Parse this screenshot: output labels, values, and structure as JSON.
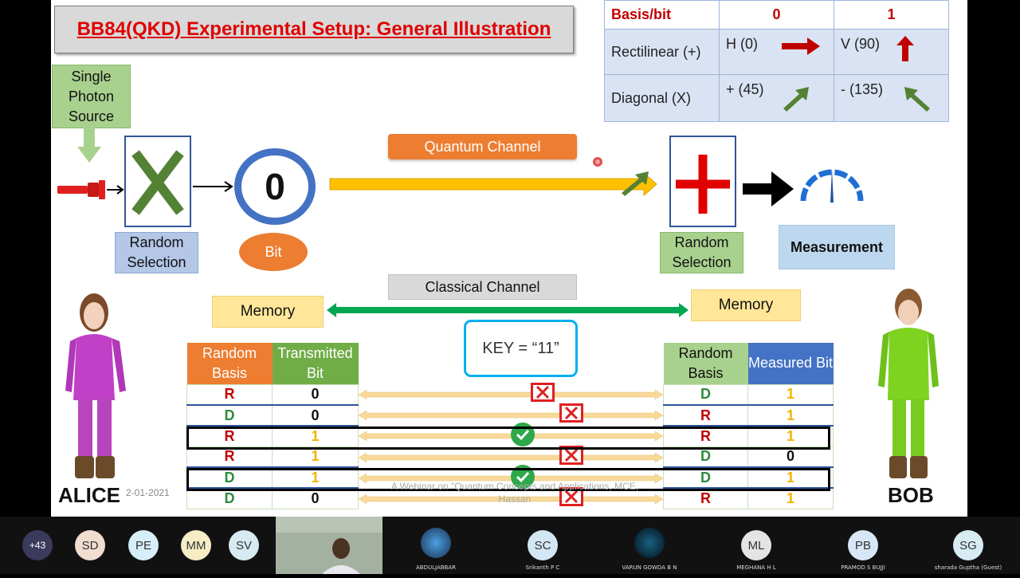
{
  "slide": {
    "title": "BB84(QKD) Experimental Setup: General Illustration",
    "photon_source": "Single Photon Source",
    "alice_selection": "Random Selection",
    "bob_selection": "Random Selection",
    "bit_value": "0",
    "bit_label": "Bit",
    "quantum_channel": "Quantum Channel",
    "classical_channel": "Classical Channel",
    "measurement": "Measurement",
    "memory_left": "Memory",
    "memory_right": "Memory",
    "key": "KEY = “11”",
    "alice_name": "ALICE",
    "bob_name": "BOB",
    "date_watermark": "2-01-2021",
    "webinar_watermark": "A Webinar on \"Quantum Concepts and Applications, MCE, Hassan",
    "colors": {
      "red": "#c00000",
      "green": "#548235",
      "yellow": "#f2b400",
      "blue": "#2f5597"
    }
  },
  "basis_table": {
    "header": [
      "Basis/bit",
      "0",
      "1"
    ],
    "rows": [
      {
        "basis": "Rectilinear (+)",
        "zero": "H (0)",
        "one": "V (90)",
        "zero_icon": "right-arrow-icon",
        "one_icon": "up-arrow-icon"
      },
      {
        "basis": "Diagonal (X)",
        "zero": "+ (45)",
        "one": "-  (135)",
        "zero_icon": "diag-up-right-arrow-icon",
        "one_icon": "diag-up-left-arrow-icon"
      }
    ]
  },
  "alice_table": {
    "headers": [
      "Random Basis",
      "Transmitted Bit"
    ],
    "rows": [
      {
        "basis": "R",
        "bit": "0",
        "bit_color": "black"
      },
      {
        "basis": "D",
        "bit": "0",
        "bit_color": "black"
      },
      {
        "basis": "R",
        "bit": "1",
        "bit_color": "yellow"
      },
      {
        "basis": "R",
        "bit": "1",
        "bit_color": "yellow"
      },
      {
        "basis": "D",
        "bit": "1",
        "bit_color": "yellow"
      },
      {
        "basis": "D",
        "bit": "0",
        "bit_color": "black"
      }
    ]
  },
  "bob_table": {
    "headers": [
      "Random Basis",
      "Measured Bit"
    ],
    "rows": [
      {
        "basis": "D",
        "bit": "1",
        "bit_color": "yellow"
      },
      {
        "basis": "R",
        "bit": "1",
        "bit_color": "yellow"
      },
      {
        "basis": "R",
        "bit": "1",
        "bit_color": "yellow"
      },
      {
        "basis": "D",
        "bit": "0",
        "bit_color": "black"
      },
      {
        "basis": "D",
        "bit": "1",
        "bit_color": "yellow"
      },
      {
        "basis": "R",
        "bit": "1",
        "bit_color": "yellow"
      }
    ]
  },
  "comparison": [
    "mismatch",
    "mismatch",
    "match",
    "mismatch",
    "match",
    "mismatch"
  ],
  "participants": [
    {
      "initials": "+43",
      "name": "",
      "color": "#3a3a5c"
    },
    {
      "initials": "SD",
      "name": "",
      "color": "#f1dcd0"
    },
    {
      "initials": "PE",
      "name": "",
      "color": "#d6eef7"
    },
    {
      "initials": "MM",
      "name": "",
      "color": "#f6ecc6"
    },
    {
      "initials": "SV",
      "name": "",
      "color": "#d7eaf1"
    },
    {
      "initials": "",
      "name": "",
      "color": "#000000"
    },
    {
      "initials": "",
      "name": "ABDULJABBAR",
      "color": "#000000"
    },
    {
      "initials": "SC",
      "name": "Srikanth P C",
      "color": "#d3e6f3"
    },
    {
      "initials": "",
      "name": "VARUN GOWDA B N",
      "color": "#000000"
    },
    {
      "initials": "ML",
      "name": "MEGHANA H L",
      "color": "#e4e4e4"
    },
    {
      "initials": "PB",
      "name": "PRAMOD S BUJJI",
      "color": "#d7e7f5"
    },
    {
      "initials": "SG",
      "name": "sharada Guptha (Guest)",
      "color": "#d7ebf3"
    }
  ]
}
